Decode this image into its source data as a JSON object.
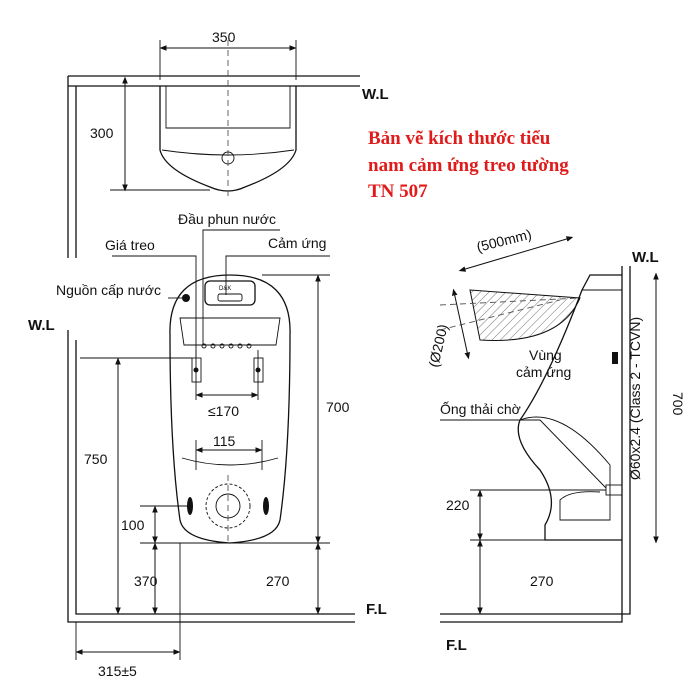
{
  "title_lines": [
    "Bản vẽ kích thước tiểu",
    "nam cảm ứng treo tường",
    "TN 507"
  ],
  "accent_color": "#e01b1b",
  "levels": {
    "wall_line": "W.L",
    "floor_line": "F.L"
  },
  "top_view": {
    "width": "350",
    "depth": "300"
  },
  "front_view": {
    "labels": {
      "spray": "Đầu phun nước",
      "hanger": "Giá treo",
      "sensor": "Cảm ứng",
      "water_supply": "Nguồn cấp nước",
      "brand": "D&K"
    },
    "dims": {
      "hanger_span": "≤170",
      "drain_span": "115",
      "height": "700",
      "hanger_height": "750",
      "drain_offset": "100",
      "bottom_height": "370",
      "bottom_gap": "270",
      "wall_offset": "315±5"
    }
  },
  "side_view": {
    "labels": {
      "zone": [
        "Vùng",
        "cảm ứng"
      ],
      "drain_pipe": "Ống thải chờ"
    },
    "dims": {
      "range": "(500mm)",
      "diameter": "(Ø200)",
      "height": "700",
      "pipe": "Ø60x2.4 (Class 2 - TCVN)",
      "drain_height": "220",
      "bottom_gap": "270"
    }
  }
}
